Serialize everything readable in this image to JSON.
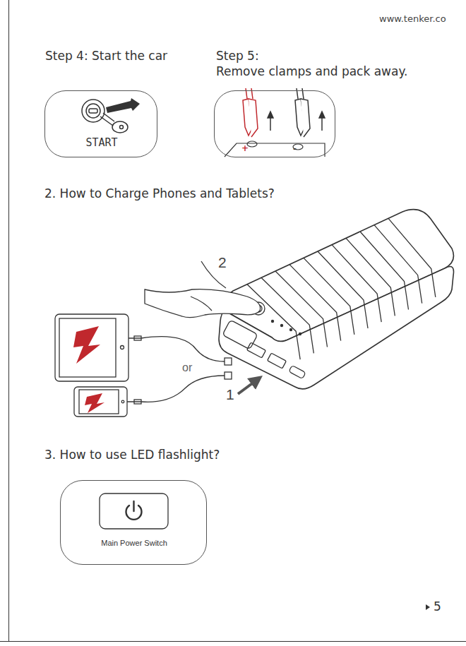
{
  "diagram": {
    "nodes": [
      {
        "text": [
          "Step 4: Start the car",
          "START"
        ]
      },
      {
        "text": [
          "Step 5:",
          "Remove clamps and pack away.",
          "+",
          "-"
        ]
      },
      {
        "text": [
          "Main Power Switch"
        ]
      }
    ],
    "labels": [
      "www.tenker.co",
      "2. How to Charge Phones and Tablets?",
      "2",
      "or",
      "1",
      "3. How to use LED flashlight?",
      "5"
    ]
  }
}
